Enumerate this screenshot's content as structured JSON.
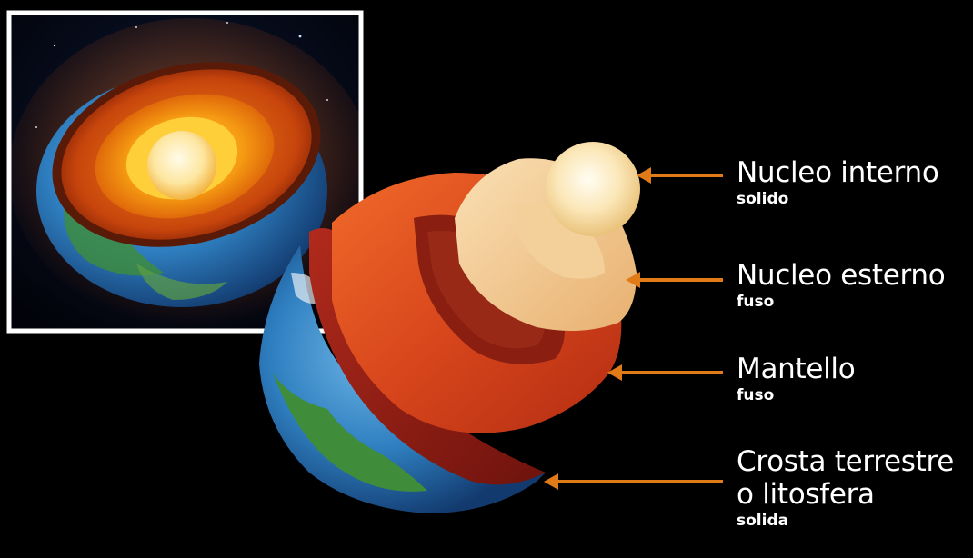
{
  "layers": [
    {
      "id": "nucleo-interno",
      "name": "Nucleo interno",
      "state": "solido"
    },
    {
      "id": "nucleo-esterno",
      "name": "Nucleo esterno",
      "state": "fuso"
    },
    {
      "id": "mantello",
      "name": "Mantello",
      "state": "fuso"
    },
    {
      "id": "crosta",
      "name": "Crosta terrestre",
      "name_line2": "o litosfera",
      "state": "solida"
    }
  ],
  "colors": {
    "background": "#000000",
    "arrow": "#e07b18",
    "text": "#ffffff",
    "inset_border": "#ffffff",
    "inner_core": "#fbe7b8",
    "outer_core": "#f1c488",
    "mantle": "#d8461c",
    "crust": "#9c1d14",
    "ocean": "#2f7fc0",
    "land": "#3f8d3a"
  },
  "icons": [
    "right-arrow-icon",
    "earth-cutaway-illustration",
    "exploded-earth-layers-illustration"
  ]
}
